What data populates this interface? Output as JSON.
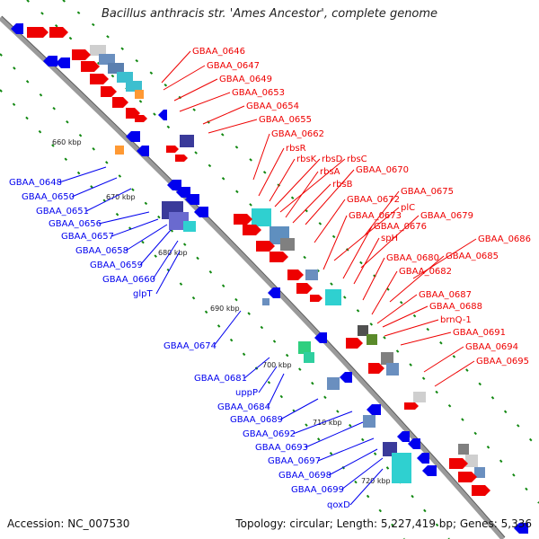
{
  "title": "Bacillus anthracis str. 'Ames Ancestor', complete genome",
  "footer": {
    "accession": "Accession: NC_007530",
    "summary": "Topology: circular; Length: 5,227,419 bp; Genes: 5,336"
  },
  "colors": {
    "forward": "#ee0000",
    "reverse": "#0000ee",
    "backbone": "#9a9a9a",
    "tick": "#118811"
  },
  "kbp_marks": [
    "660 kbp",
    "670 kbp",
    "680 kbp",
    "690 kbp",
    "700 kbp",
    "710 kbp",
    "720 kbp"
  ],
  "forward_labels": [
    "GBAA_0646",
    "GBAA_0647",
    "GBAA_0649",
    "GBAA_0653",
    "GBAA_0654",
    "GBAA_0655",
    "GBAA_0662",
    "rbsR",
    "rbsK",
    "rbsD",
    "rbsC",
    "rbsA",
    "GBAA_0670",
    "rbsB",
    "GBAA_0672",
    "GBAA_0675",
    "plC",
    "GBAA_0673",
    "GBAA_0679",
    "GBAA_0676",
    "spH",
    "GBAA_0686",
    "GBAA_0680",
    "GBAA_0685",
    "GBAA_0682",
    "GBAA_0687",
    "GBAA_0688",
    "brnQ-1",
    "GBAA_0691",
    "GBAA_0694",
    "GBAA_0695"
  ],
  "reverse_labels": [
    "GBAA_0648",
    "GBAA_0650",
    "GBAA_0651",
    "GBAA_0656",
    "GBAA_0657",
    "GBAA_0658",
    "GBAA_0659",
    "GBAA_0660",
    "glpT",
    "GBAA_0674",
    "GBAA_0681",
    "uppP",
    "GBAA_0684",
    "GBAA_0689",
    "GBAA_0692",
    "GBAA_0693",
    "GBAA_0697",
    "GBAA_0698",
    "GBAA_0699",
    "qoxD"
  ]
}
